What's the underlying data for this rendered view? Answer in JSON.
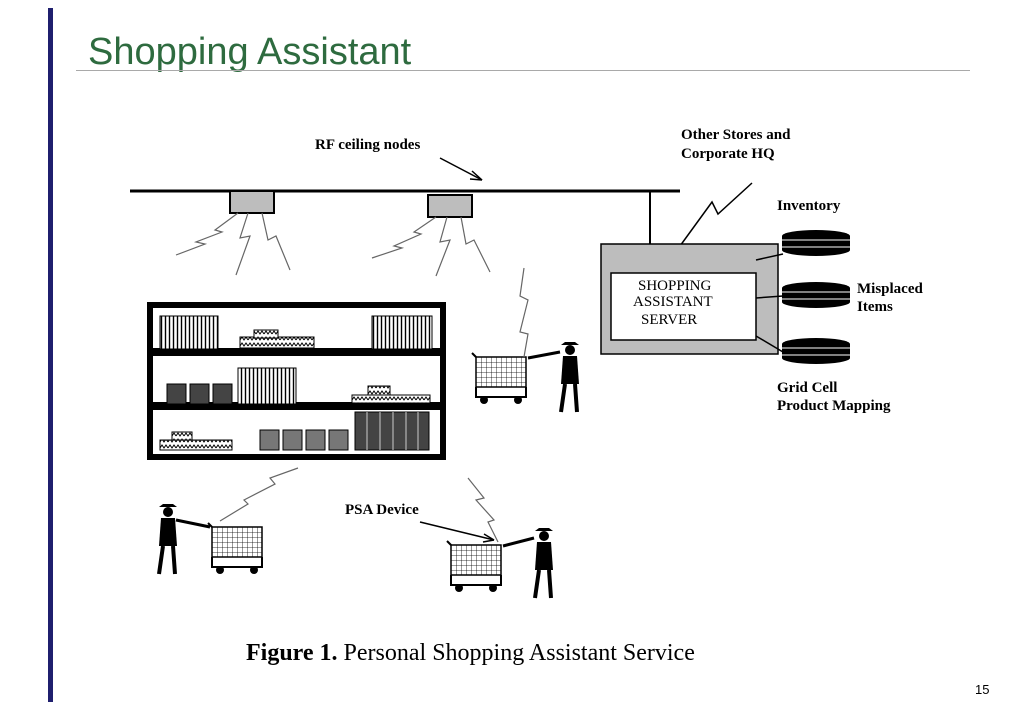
{
  "slide": {
    "title": "Shopping Assistant",
    "page_number": "15"
  },
  "diagram": {
    "labels": {
      "rf_ceiling_nodes": "RF ceiling nodes",
      "other_stores_line1": "Other Stores and",
      "other_stores_line2": "Corporate HQ",
      "inventory": "Inventory",
      "misplaced_line1": "Misplaced",
      "misplaced_line2": "Items",
      "grid_cell_line1": "Grid Cell",
      "grid_cell_line2": "Product Mapping",
      "psa_device": "PSA  Device"
    },
    "server": {
      "line1": "SHOPPING",
      "line2": "ASSISTANT",
      "line3": "SERVER"
    }
  },
  "caption": {
    "prefix": "Figure 1.",
    "text": "Personal Shopping Assistant Service"
  }
}
